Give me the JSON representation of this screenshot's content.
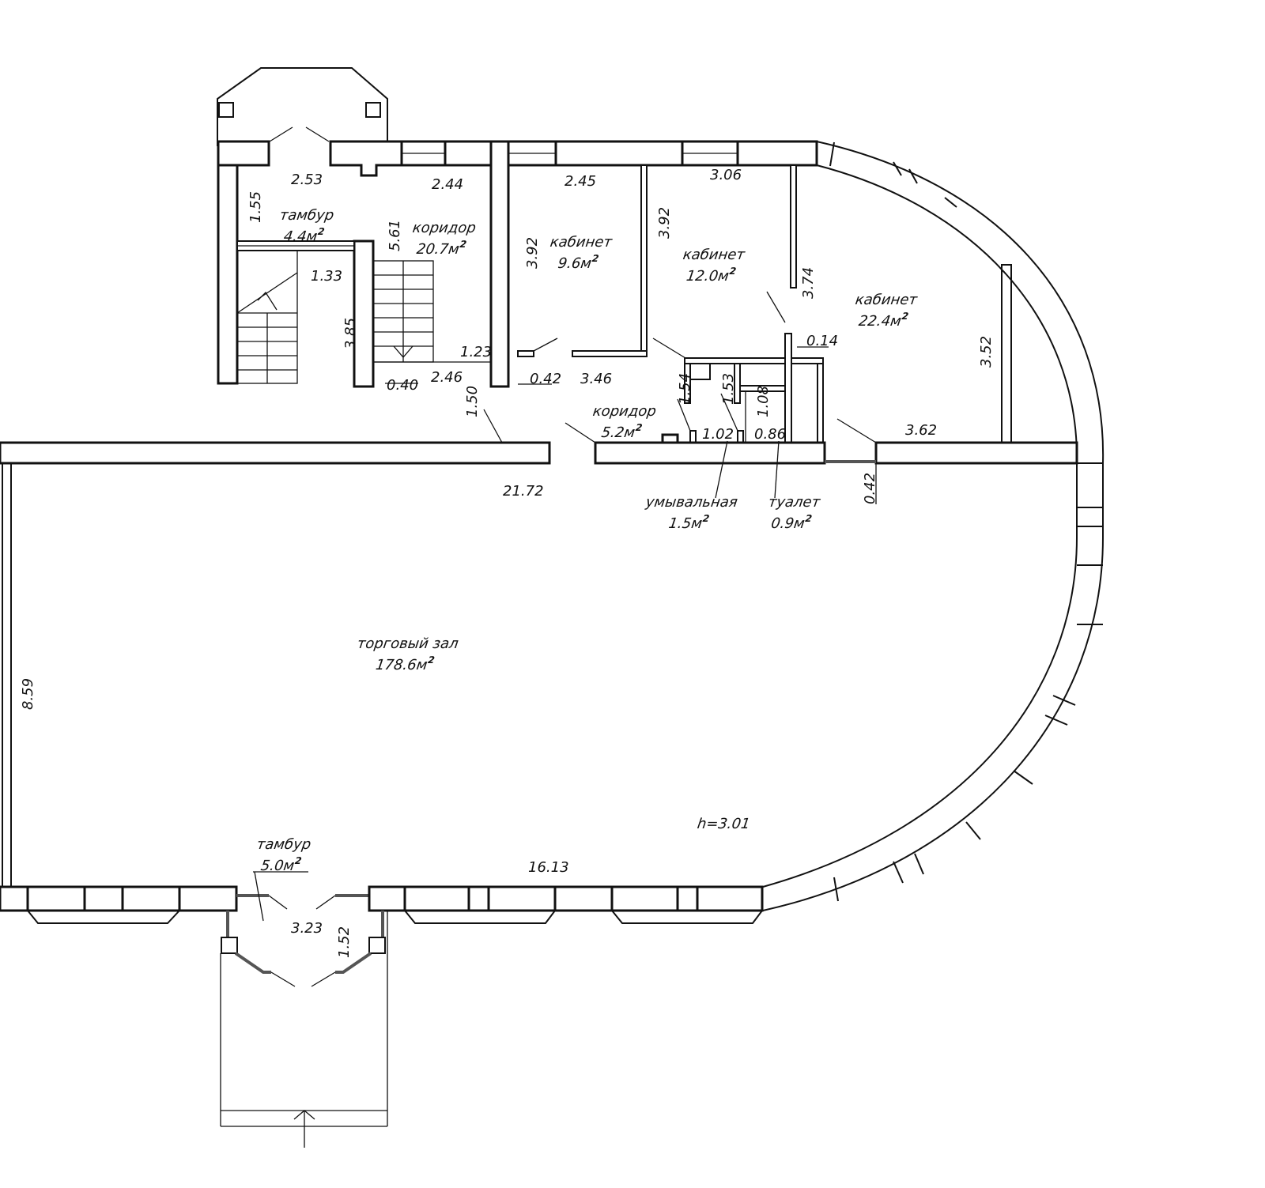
{
  "plan": {
    "type": "floor_plan",
    "ceiling_height": "h=3.01",
    "area_unit_superscript": "2",
    "rooms": [
      {
        "name": "тамбур",
        "area": "4.4м",
        "id": "vestibule-top"
      },
      {
        "name": "коридор",
        "area": "20.7м",
        "id": "corridor-main"
      },
      {
        "name": "кабинет",
        "area": "9.6м",
        "id": "office-1"
      },
      {
        "name": "кабинет",
        "area": "12.0м",
        "id": "office-2"
      },
      {
        "name": "кабинет",
        "area": "22.4м",
        "id": "office-3"
      },
      {
        "name": "коридор",
        "area": "5.2м",
        "id": "corridor-small"
      },
      {
        "name": "умывальная",
        "area": "1.5м",
        "id": "washroom"
      },
      {
        "name": "туалет",
        "area": "0.9м",
        "id": "toilet"
      },
      {
        "name": "торговый зал",
        "area": "178.6м",
        "id": "sales-hall"
      },
      {
        "name": "тамбур",
        "area": "5.0м",
        "id": "vestibule-bottom"
      }
    ],
    "dimensions": {
      "d253": "2.53",
      "d155": "1.55",
      "d244": "2.44",
      "d561": "5.61",
      "d133": "1.33",
      "d385": "3.85",
      "d123": "1.23",
      "d040": "0.40",
      "d246": "2.46",
      "d150": "1.50",
      "d245": "2.45",
      "d392a": "3.92",
      "d042a": "0.42",
      "d346": "3.46",
      "d306": "3.06",
      "d392b": "3.92",
      "d374": "3.74",
      "d014": "0.14",
      "d352": "3.52",
      "d362": "3.62",
      "d042b": "0.42",
      "d154": "1.54",
      "d153": "1.53",
      "d108": "1.08",
      "d102": "1.02",
      "d086": "0.86",
      "d2172": "21.72",
      "d859": "8.59",
      "d1613": "16.13",
      "d323": "3.23",
      "d152": "1.52"
    }
  }
}
